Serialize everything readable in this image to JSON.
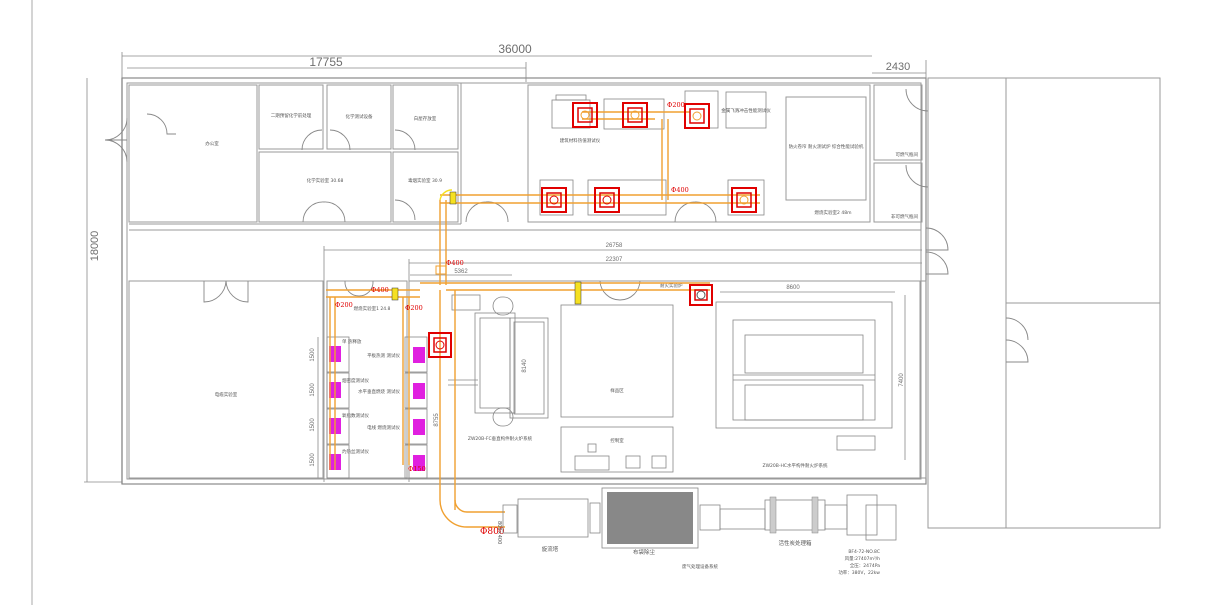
{
  "drawing": {
    "type": "floor-plan",
    "dimensions": {
      "overall_width": "36000",
      "left_block_width": "17755",
      "right_block_width": "2430",
      "overall_height": "18000",
      "corridor_outer": "26758",
      "corridor_inner": "22307",
      "room_width_1": "5362",
      "fc_height": "8140",
      "fc_left": "8755",
      "hc_width": "8600",
      "hc_height": "7400",
      "cabinet_rows": [
        "1500",
        "1500",
        "1500",
        "1500"
      ]
    },
    "rooms": {
      "office": "办公室",
      "chem_pretreat": "二期预留化学前处理",
      "chem_test_equip": "化学测试设备",
      "white_room": "白屋存放室",
      "chem_lab": "化学实验室 30.68",
      "toxic_lab": "毒烟实验室 30.9",
      "combustion_lab_2": "燃烧实验室2 48m",
      "gas_room_flammable": "可燃气瓶间",
      "gas_room_nonflammable": "非可燃气瓶间",
      "combustion_lab_1": "燃烧实验室1 24.8",
      "electrical_lab": "电缆实验室",
      "sample_area": "样品区",
      "control_room": "控制室"
    },
    "equipment": {
      "building_material_test": "建筑材料热值测试仪",
      "metal_flight_test": "金属飞溅冲击性能测试仪",
      "fire_resistance_rig": "防火卷帘 耐火测试炉 综合性能试验机",
      "fc_furnace": "ZW20B-FC垂直构件耐火炉系统",
      "hc_furnace": "ZW20B-HC水平构件耐火炉系统",
      "hc_label": "耐火实验炉",
      "cyclone": "旋流塔",
      "bag_filter": "布袋除尘",
      "carbon_box": "活性炭处理箱",
      "exhaust_system": "废气处理设备系统",
      "fan_model": "BF4-72-NO.8C",
      "fan_airflow": "风量:27407m³/h",
      "fan_pressure": "全压：2474Pa",
      "fan_power": "功率：380V，22kw",
      "cabinet_labels_left": [
        "单 热释放",
        "烟密度测试仪",
        "氧指数测试仪",
        "灼热丝测试仪"
      ],
      "cabinet_labels_right": [
        "平板热测 测试仪",
        "水平垂直燃烧 测试仪",
        "电线 燃烧测试仪"
      ]
    },
    "ducts": {
      "d200_top": "Φ200",
      "d400_mid": "Φ400",
      "d400_corr": "Φ400",
      "d400_left": "Φ400",
      "d200_a": "Φ200",
      "d200_b": "Φ200",
      "d150": "Φ150",
      "d800": "Φ800",
      "rect_800x400": "800×400"
    }
  }
}
